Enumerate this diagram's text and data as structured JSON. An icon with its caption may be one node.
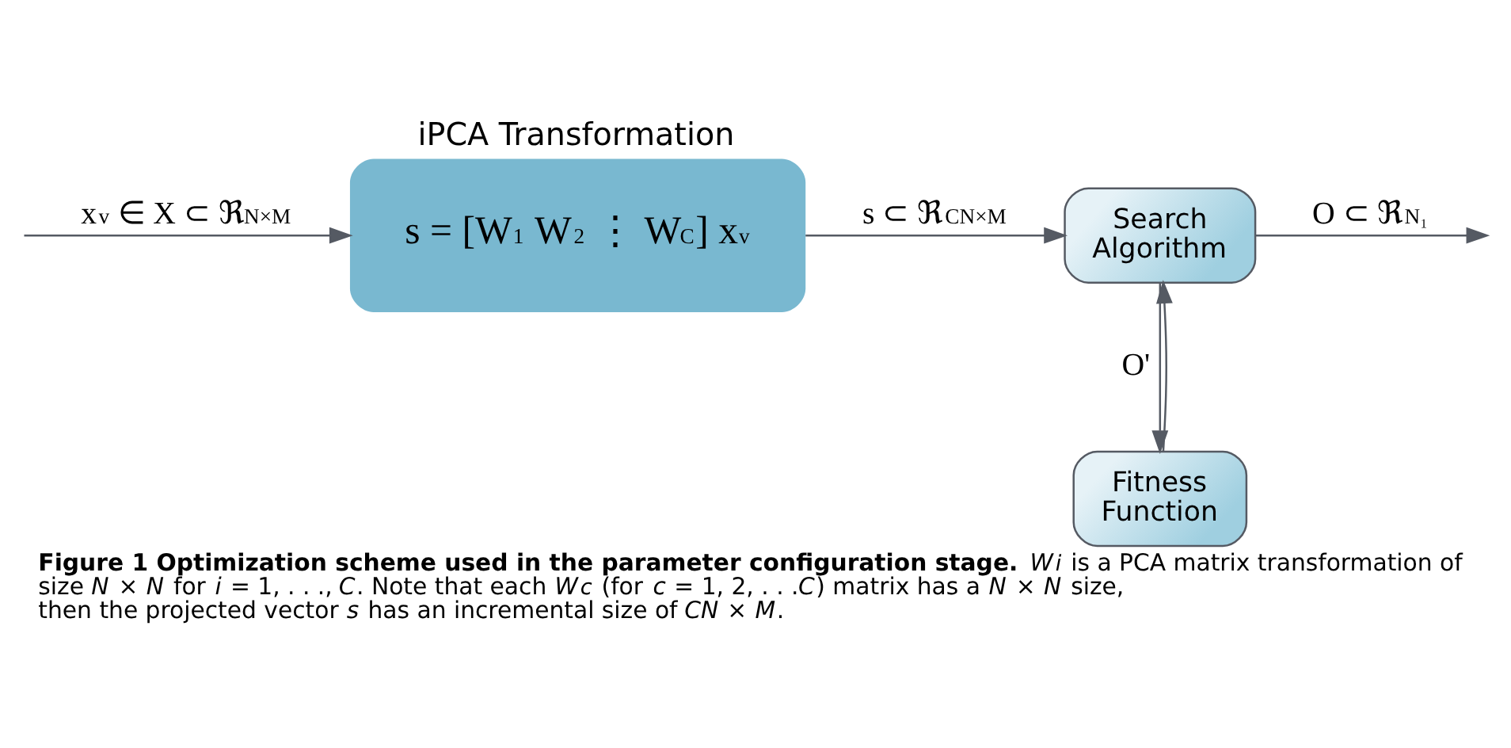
{
  "diagram": {
    "caption": "**Figure 1 Optimization scheme used in the parameter configuration stage.** *W$_{i}$* is a PCA matrix transformation of size *N* × *N* for *i* = 1, . . ., *C*. Note that each *W$_{c}$* (for *c* = 1, 2, . . .*C*) matrix has a *N* × *N* size, then the projected vector *s* has an incremental size of *CN* × *M*.",
    "nodes": [
      {
        "text": [
          "iPCA Transformation",
          "s = [W$_{1}$ W$_{2}$ ⋮ W$_{C}$] x$_{v}$"
        ]
      },
      {
        "text": [
          "Search Algorithm"
        ]
      },
      {
        "text": [
          "Fitness Function"
        ]
      }
    ],
    "edges": [
      {
        "from": null,
        "to": 0,
        "arrow": "to",
        "label": "x$_{v}$ ∈ X ⊂ ℜ$^{N×M}$"
      },
      {
        "from": 0,
        "to": 1,
        "arrow": "to",
        "label": "s ⊂ ℜ$^{CN×M}$"
      },
      {
        "from": 1,
        "to": null,
        "arrow": "to",
        "label": "O ⊂ ℜ$^{N₁}$"
      },
      {
        "from": 1,
        "to": 2,
        "arrow": "to",
        "label": "O'"
      },
      {
        "from": 2,
        "to": 1,
        "arrow": "to"
      }
    ]
  }
}
